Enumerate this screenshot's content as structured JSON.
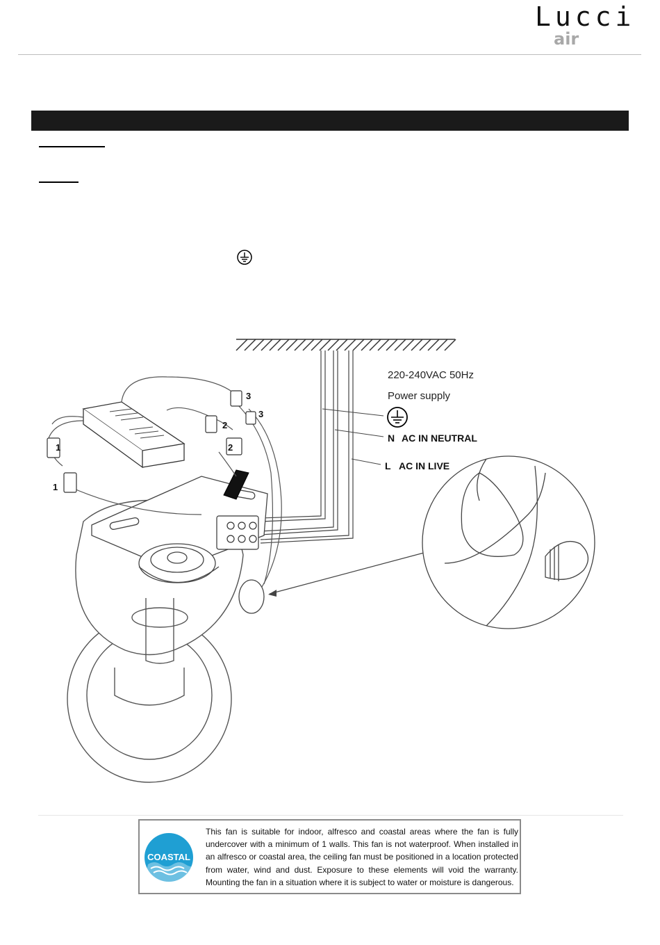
{
  "header": {
    "logo_main": "Lucci",
    "logo_sub": "air"
  },
  "diagram": {
    "supply_voltage": "220-240VAC 50Hz",
    "supply_label": "Power supply",
    "neutral_letter": "N",
    "neutral_label": "AC IN NEUTRAL",
    "live_letter": "L",
    "live_label": "AC IN LIVE",
    "connector_numbers": [
      "1",
      "1",
      "2",
      "2",
      "3",
      "3"
    ]
  },
  "coastal": {
    "badge_text": "COASTAL",
    "badge_color": "#1f9fd3",
    "notice": "This fan is suitable for indoor, alfresco and coastal areas where the fan is fully undercover with a minimum of 1 walls. This fan is not waterproof. When installed in an alfresco or coastal area, the ceiling fan must be positioned in a location protected from water, wind and dust. Exposure to these elements will void the warranty. Mounting the fan in a situation where it is subject to water or moisture is dangerous."
  }
}
